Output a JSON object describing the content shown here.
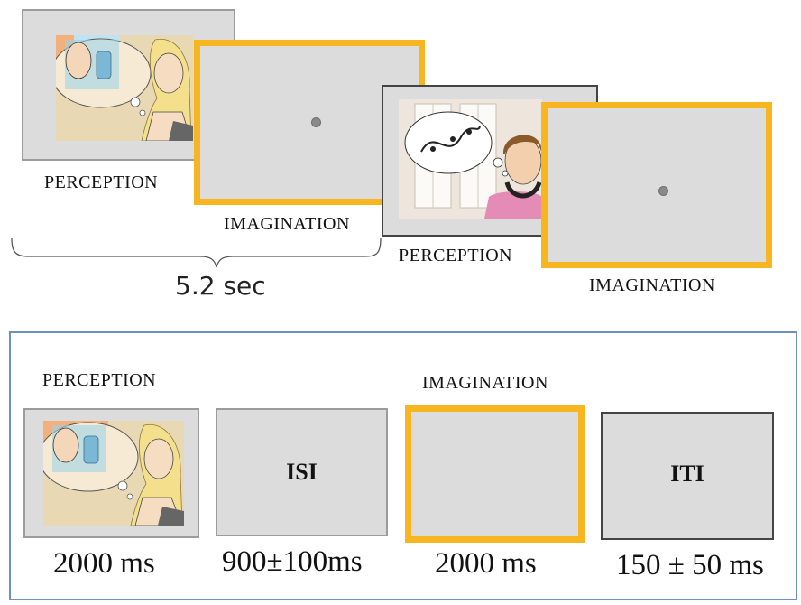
{
  "top_sequence": {
    "frame1_label": "PERCEPTION",
    "frame2_label": "IMAGINATION",
    "frame3_label": "PERCEPTION",
    "frame4_label": "IMAGINATION",
    "duration_label": "5.2 sec"
  },
  "trial_timeline": {
    "perception_label": "PERCEPTION",
    "imagination_label": "IMAGINATION",
    "isi_text": "ISI",
    "iti_text": "ITI",
    "durations": {
      "perception": "2000 ms",
      "isi": "900±100ms",
      "imagination": "2000 ms",
      "iti": "150 ± 50 ms"
    }
  },
  "colors": {
    "imagination_frame": "#f7b51f",
    "screen_background": "#dcdcdc",
    "panel_border": "#6f8fbf"
  },
  "icons": [
    "perfume-scene-illustration",
    "music-scene-illustration",
    "fixation-dot-icon",
    "curly-brace-icon"
  ]
}
